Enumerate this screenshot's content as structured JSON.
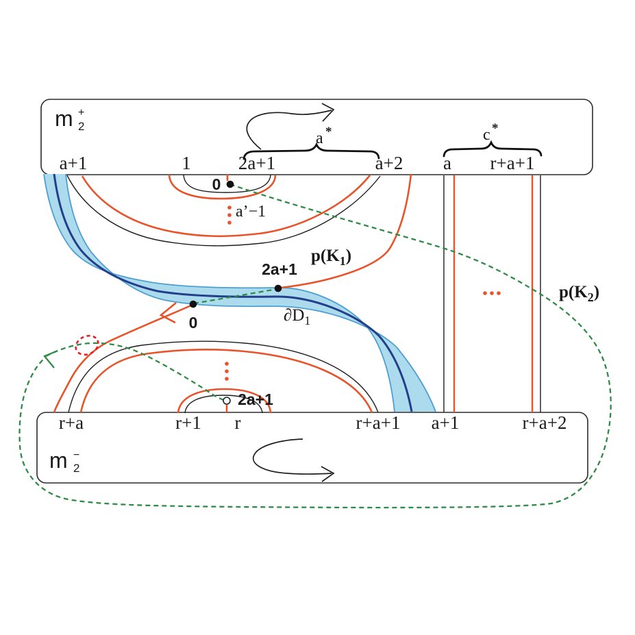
{
  "colors": {
    "orange": "#e8532a",
    "red": "#e81c24",
    "green": "#2e8b45",
    "band_fill": "#abdbec",
    "band_edge": "#4d9fd2",
    "navy_line": "#233e8b",
    "disk_label": "#3c3c99",
    "ink": "#1d1d1d"
  },
  "top_box": {
    "label": {
      "base": "m",
      "sub": "2",
      "sup": "+"
    },
    "edge_labels": [
      "a+1",
      "1",
      "2a+1",
      "a+2",
      "a",
      "r+a+1"
    ]
  },
  "bottom_box": {
    "label": {
      "base": "m",
      "sub": "2",
      "sup": "−"
    },
    "edge_labels": [
      "r+a",
      "r+1",
      "r",
      "r+a+1",
      "a+1",
      "r+a+2"
    ]
  },
  "braces": {
    "a_star": {
      "base": "a",
      "sup": "*"
    },
    "c_star": {
      "base": "c",
      "sup": "*"
    }
  },
  "annotations": {
    "zero_top": "0",
    "zero_mid": "0",
    "two_a_plus_one_mid": "2a+1",
    "two_a_plus_one_bottom": "2a+1",
    "a_prime_count": "a’−1",
    "pk1": {
      "base": "p(K",
      "sub": "1",
      "close": ")"
    },
    "pk2": {
      "base": "p(K",
      "sub": "2",
      "close": ")"
    },
    "disk_boundary": {
      "base": "∂D",
      "sub": "1"
    }
  }
}
